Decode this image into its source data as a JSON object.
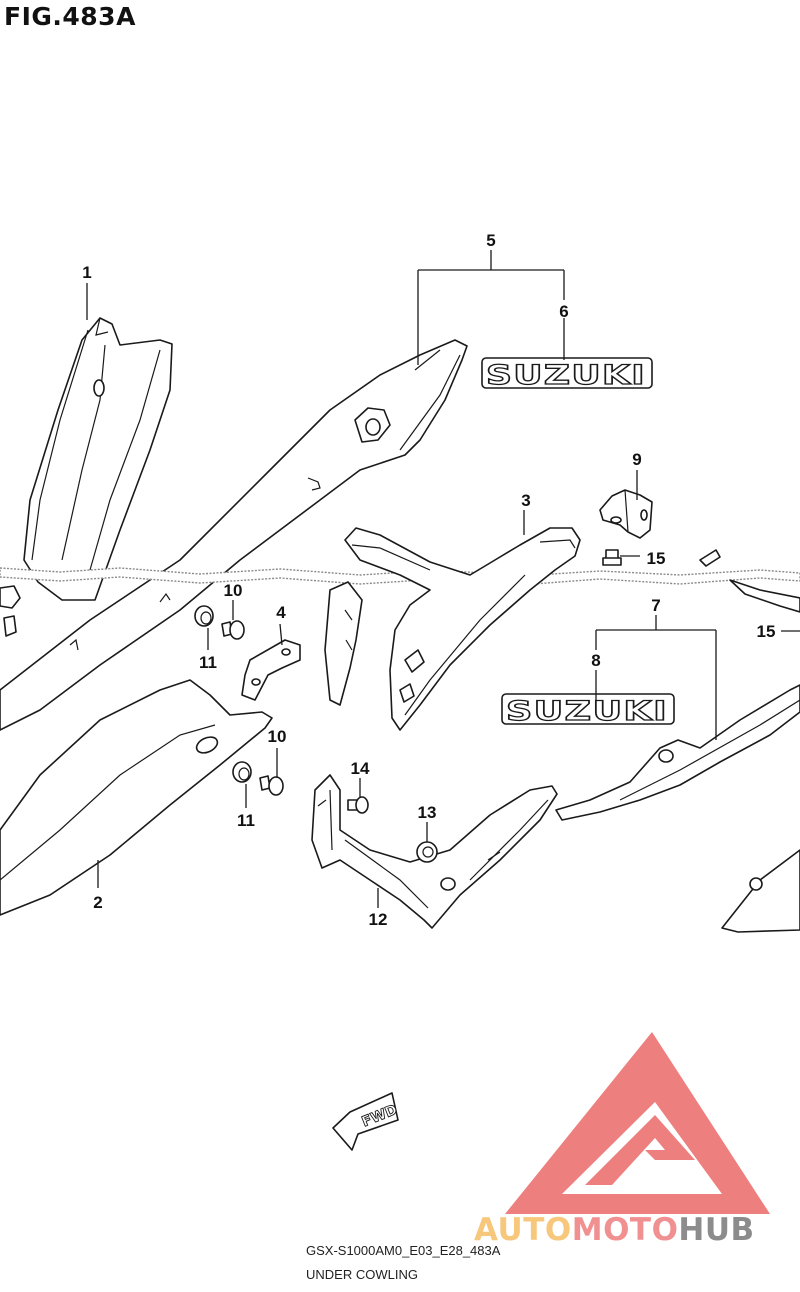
{
  "figure": {
    "title": "FIG.483A",
    "code": "GSX-S1000AM0_E03_E28_483A",
    "caption": "UNDER COWLING"
  },
  "callouts": [
    "1",
    "2",
    "3",
    "4",
    "5",
    "6",
    "7",
    "8",
    "9",
    "10",
    "10",
    "11",
    "11",
    "12",
    "13",
    "14",
    "15",
    "15"
  ],
  "emblems": [
    "SUZUKI",
    "SUZUKI"
  ],
  "direction_marker": "FWD",
  "watermark": {
    "part_a": "AUTO",
    "part_b": "MOTO",
    "part_c": "HUB",
    "colors": {
      "logo": "#ee7f7f",
      "auto": "#f7c77b",
      "moto": "#f09090",
      "hub": "#8c8c8c"
    }
  }
}
